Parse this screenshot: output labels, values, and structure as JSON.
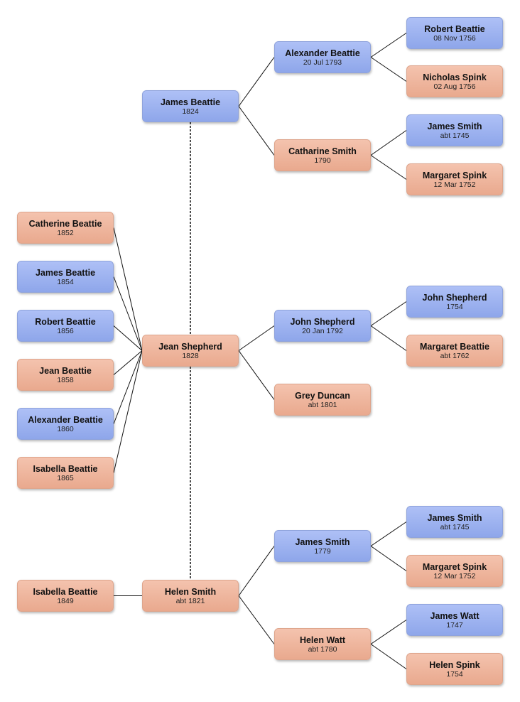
{
  "colors": {
    "male": "#9db2f0",
    "female": "#eeb59d",
    "line": "#111111"
  },
  "people": {
    "p1": {
      "name": "James Beattie",
      "date": "1824",
      "sex": "male"
    },
    "p2": {
      "name": "Jean Shepherd",
      "date": "1828",
      "sex": "female"
    },
    "p3": {
      "name": "Helen Smith",
      "date": "abt 1821",
      "sex": "female"
    },
    "a1": {
      "name": "Alexander Beattie",
      "date": "20 Jul 1793",
      "sex": "male"
    },
    "a2": {
      "name": "Catharine Smith",
      "date": "1790",
      "sex": "female"
    },
    "a3": {
      "name": "John Shepherd",
      "date": "20 Jan 1792",
      "sex": "male"
    },
    "a4": {
      "name": "Grey Duncan",
      "date": "abt 1801",
      "sex": "female"
    },
    "a5": {
      "name": "James Smith",
      "date": "1779",
      "sex": "male"
    },
    "a6": {
      "name": "Helen Watt",
      "date": "abt 1780",
      "sex": "female"
    },
    "g1": {
      "name": "Robert Beattie",
      "date": "08 Nov 1756",
      "sex": "male"
    },
    "g2": {
      "name": "Nicholas Spink",
      "date": "02 Aug 1756",
      "sex": "female"
    },
    "g3": {
      "name": "James Smith",
      "date": "abt 1745",
      "sex": "male"
    },
    "g4": {
      "name": "Margaret Spink",
      "date": "12 Mar 1752",
      "sex": "female"
    },
    "g5": {
      "name": "John Shepherd",
      "date": "1754",
      "sex": "male"
    },
    "g6": {
      "name": "Margaret Beattie",
      "date": "abt 1762",
      "sex": "female"
    },
    "g7": {
      "name": "James Smith",
      "date": "abt 1745",
      "sex": "male"
    },
    "g8": {
      "name": "Margaret Spink",
      "date": "12 Mar 1752",
      "sex": "female"
    },
    "g9": {
      "name": "James Watt",
      "date": "1747",
      "sex": "male"
    },
    "g10": {
      "name": "Helen Spink",
      "date": "1754",
      "sex": "female"
    },
    "c1": {
      "name": "Catherine Beattie",
      "date": "1852",
      "sex": "female"
    },
    "c2": {
      "name": "James Beattie",
      "date": "1854",
      "sex": "male"
    },
    "c3": {
      "name": "Robert Beattie",
      "date": "1856",
      "sex": "male"
    },
    "c4": {
      "name": "Jean Beattie",
      "date": "1858",
      "sex": "female"
    },
    "c5": {
      "name": "Alexander Beattie",
      "date": "1860",
      "sex": "male"
    },
    "c6": {
      "name": "Isabella Beattie",
      "date": "1865",
      "sex": "female"
    },
    "c7": {
      "name": "Isabella Beattie",
      "date": "1849",
      "sex": "female"
    }
  },
  "parent_links": [
    [
      "p1",
      "a1"
    ],
    [
      "p1",
      "a2"
    ],
    [
      "p2",
      "a3"
    ],
    [
      "p2",
      "a4"
    ],
    [
      "p3",
      "a5"
    ],
    [
      "p3",
      "a6"
    ],
    [
      "a1",
      "g1"
    ],
    [
      "a1",
      "g2"
    ],
    [
      "a2",
      "g3"
    ],
    [
      "a2",
      "g4"
    ],
    [
      "a3",
      "g5"
    ],
    [
      "a3",
      "g6"
    ],
    [
      "a5",
      "g7"
    ],
    [
      "a5",
      "g8"
    ],
    [
      "a6",
      "g9"
    ],
    [
      "a6",
      "g10"
    ]
  ],
  "child_links": [
    [
      "c1",
      "p2"
    ],
    [
      "c2",
      "p2"
    ],
    [
      "c3",
      "p2"
    ],
    [
      "c4",
      "p2"
    ],
    [
      "c5",
      "p2"
    ],
    [
      "c6",
      "p2"
    ],
    [
      "c7",
      "p3"
    ]
  ],
  "spouse_links": [
    [
      "p1",
      "p2"
    ],
    [
      "p2",
      "p3"
    ]
  ]
}
